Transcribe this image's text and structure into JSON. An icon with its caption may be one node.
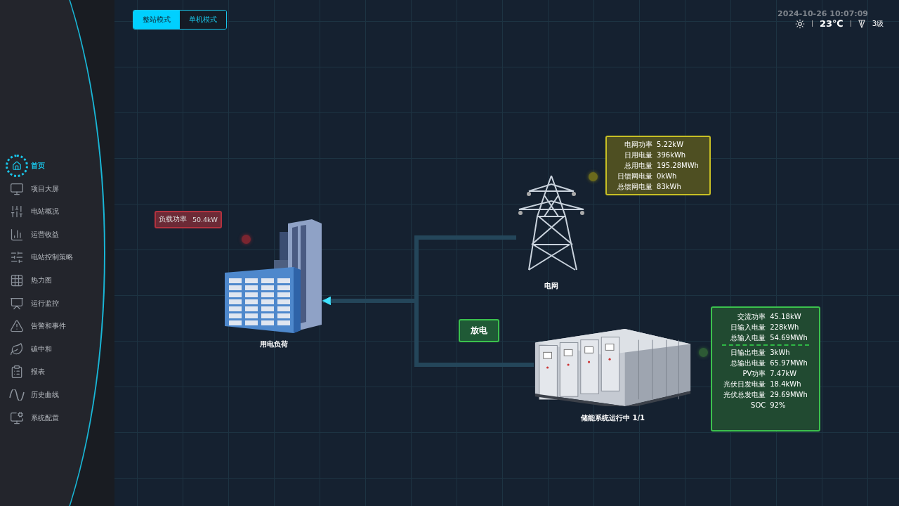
{
  "diagram": {
    "nodes": [
      {
        "text": [
          "用电负荷"
        ]
      },
      {
        "text": [
          "电网"
        ]
      },
      {
        "text": [
          "储能系统运行中 1/1"
        ]
      },
      {
        "text": [
          "负载功率",
          "50.4kW"
        ]
      },
      {
        "text": [
          "电网功率",
          "5.22kW",
          "日用电量",
          "396kWh",
          "总用电量",
          "195.28MWh",
          "日馈网电量",
          "0kWh",
          "总馈网电量",
          "83kWh"
        ]
      },
      {
        "text": [
          "交流功率",
          "45.18kW",
          "日输入电量",
          "228kWh",
          "总输入电量",
          "54.69MWh",
          "日输出电量",
          "3kWh",
          "总输出电量",
          "65.97MWh",
          "PV功率",
          "7.47kW",
          "光伏日发电量",
          "18.4kWh",
          "光伏总发电量",
          "29.69MWh",
          "SOC",
          "92%"
        ]
      },
      {
        "text": [
          "放电"
        ]
      }
    ],
    "edges": [
      {
        "from": 1,
        "to": 0,
        "arrow": "to"
      },
      {
        "from": 2,
        "to": 0,
        "arrow": "to"
      }
    ],
    "labels": [
      "整站模式",
      "单机模式",
      "2024-10-26 10:07:09",
      "23℃",
      "3级",
      "首页",
      "项目大屏",
      "电站概况",
      "运营收益",
      "电站控制策略",
      "热力图",
      "运行监控",
      "告警和事件",
      "碳中和",
      "报表",
      "历史曲线",
      "系统配置"
    ]
  }
}
